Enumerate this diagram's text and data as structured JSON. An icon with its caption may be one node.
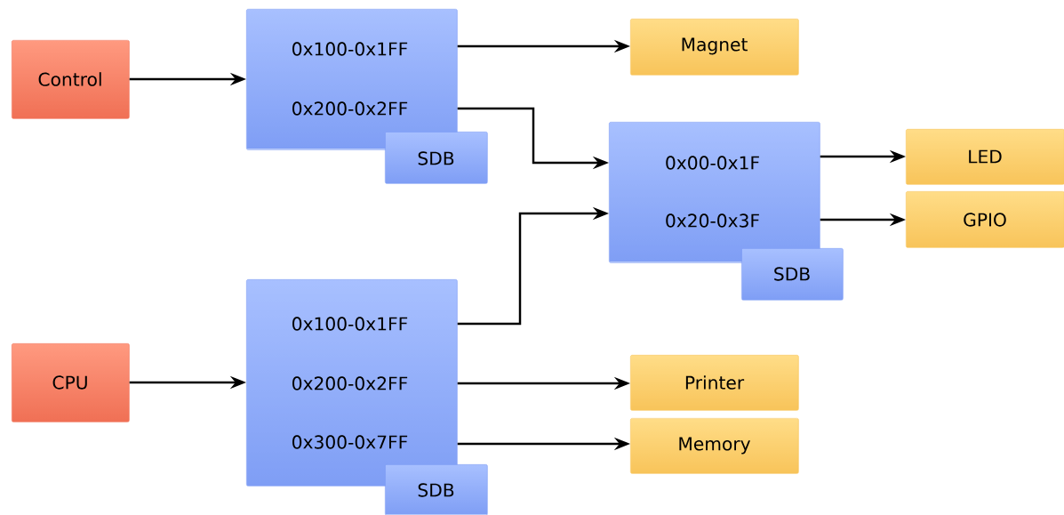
{
  "diagram": {
    "nodes": [
      {
        "text": [
          "Control"
        ]
      },
      {
        "text": [
          "0x100-0x1FF",
          "0x200-0x2FF"
        ]
      },
      {
        "text": [
          "SDB"
        ]
      },
      {
        "text": [
          "Magnet"
        ]
      },
      {
        "text": [
          "0x00-0x1F",
          "0x20-0x3F"
        ]
      },
      {
        "text": [
          "SDB"
        ]
      },
      {
        "text": [
          "LED"
        ]
      },
      {
        "text": [
          "GPIO"
        ]
      },
      {
        "text": [
          "CPU"
        ]
      },
      {
        "text": [
          "0x100-0x1FF",
          "0x200-0x2FF",
          "0x300-0x7FF"
        ]
      },
      {
        "text": [
          "SDB"
        ]
      },
      {
        "text": [
          "Printer"
        ]
      },
      {
        "text": [
          "Memory"
        ]
      }
    ],
    "edges": [
      {
        "from": 0,
        "to": 1,
        "arrow": "to"
      },
      {
        "from": 1,
        "to": 3,
        "arrow": "to"
      },
      {
        "from": 1,
        "to": 4,
        "arrow": "to"
      },
      {
        "from": 4,
        "to": 6,
        "arrow": "to"
      },
      {
        "from": 4,
        "to": 7,
        "arrow": "to"
      },
      {
        "from": 8,
        "to": 9,
        "arrow": "to"
      },
      {
        "from": 9,
        "to": 4,
        "arrow": "to"
      },
      {
        "from": 9,
        "to": 11,
        "arrow": "to"
      },
      {
        "from": 9,
        "to": 12,
        "arrow": "to"
      }
    ]
  }
}
